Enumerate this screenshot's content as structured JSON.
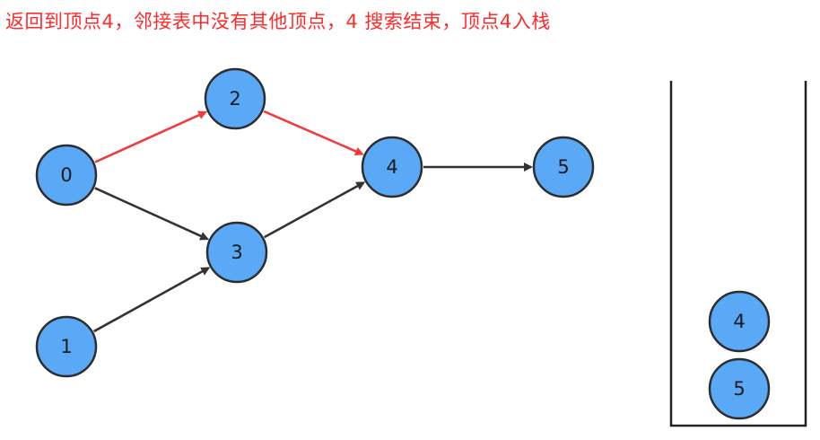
{
  "caption": "返回到顶点4，邻接表中没有其他顶点，4 搜索结束，顶点4入栈",
  "colors": {
    "node_fill": "#5aa9f6",
    "node_stroke": "#2e2e2e",
    "edge_default": "#333333",
    "edge_highlight": "#f03c3c",
    "stack_wall": "#222222",
    "caption": "#ff2a2a"
  },
  "graph": {
    "nodes": [
      {
        "id": "0",
        "label": "0"
      },
      {
        "id": "1",
        "label": "1"
      },
      {
        "id": "2",
        "label": "2"
      },
      {
        "id": "3",
        "label": "3"
      },
      {
        "id": "4",
        "label": "4"
      },
      {
        "id": "5",
        "label": "5"
      }
    ],
    "edges": [
      {
        "from": "0",
        "to": "2",
        "highlight": true
      },
      {
        "from": "2",
        "to": "4",
        "highlight": true
      },
      {
        "from": "0",
        "to": "3",
        "highlight": false
      },
      {
        "from": "1",
        "to": "3",
        "highlight": false
      },
      {
        "from": "3",
        "to": "4",
        "highlight": false
      },
      {
        "from": "4",
        "to": "5",
        "highlight": false
      }
    ]
  },
  "stack": {
    "items_bottom_to_top": [
      "5",
      "4"
    ]
  }
}
